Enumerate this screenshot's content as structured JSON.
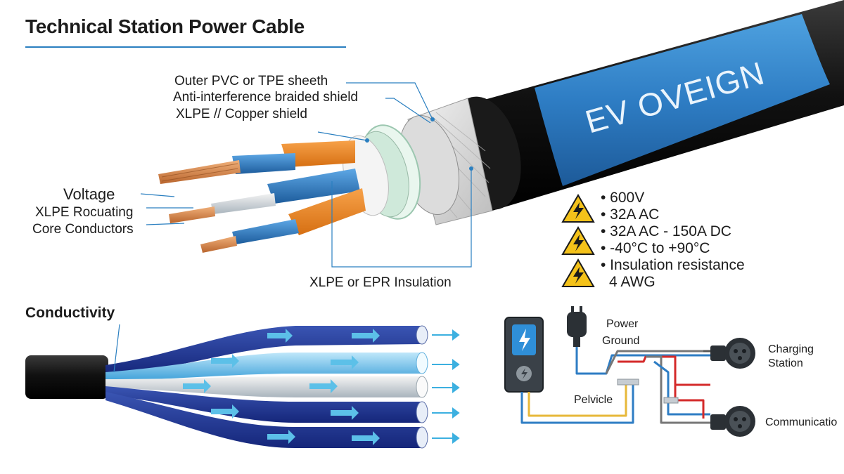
{
  "title": "Technical Station Power Cable",
  "cable_labels": {
    "outer_sheath": "Outer PVC or TPE sheeth",
    "braided_shield": "Anti-interference braided shield",
    "copper_shield": "XLPE // Copper shield",
    "voltage": "Voltage",
    "xlpe_rocuating": "XLPE Rocuating",
    "core_conductors": "Core Conductors",
    "insulation": "XLPE or EPR Insulation",
    "jacket_print": "EV OVEIGN"
  },
  "specs": [
    "• 600V",
    "• 32A AC",
    "• 32A AC - 150A DC",
    "• -40°C to +90°C",
    "• Insulation resistance",
    "4 AWG"
  ],
  "conductivity": {
    "heading": "Conductivity"
  },
  "schematic": {
    "power_ground_line1": "Power",
    "power_ground_line2": "Ground",
    "pelvicle": "Pelvicle",
    "charging_station_line1": "Charging",
    "charging_station_line2": "Station",
    "communication": "Communicatio"
  },
  "colors": {
    "accent_blue": "#2a7fc0",
    "cable_blue": "#2e7dc4",
    "copper": "#d7854a",
    "warning_yellow": "#f4c21a"
  },
  "icons": [
    "warning-bolt-icon",
    "lightning-icon",
    "power-plug-icon",
    "connector-icon"
  ]
}
